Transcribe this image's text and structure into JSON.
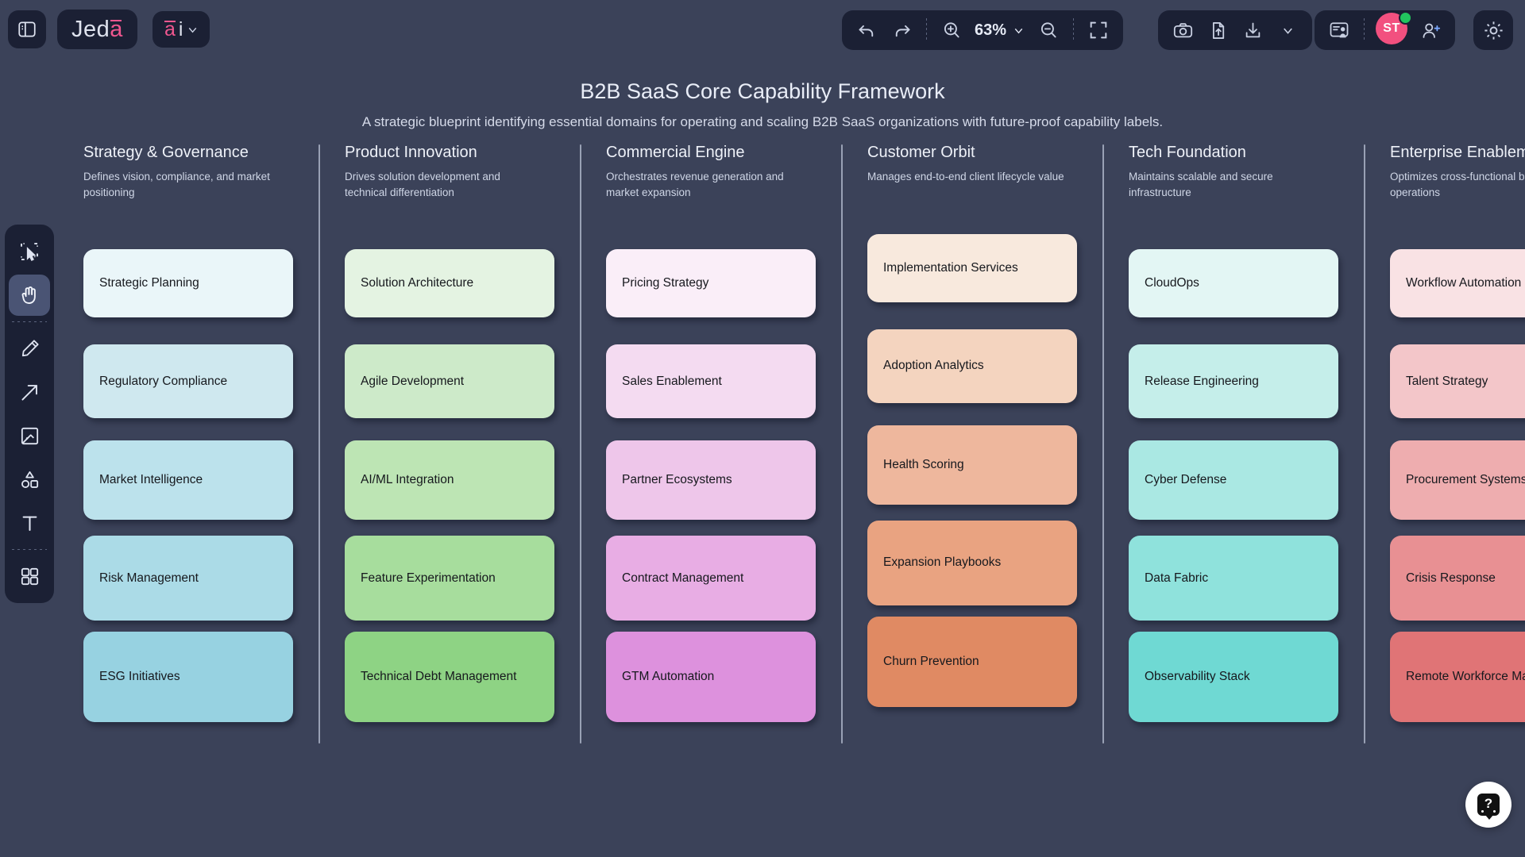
{
  "app": {
    "brand_main": "Jed",
    "brand_accent": "a",
    "ai_accent": "a",
    "ai_rest": "i",
    "panel_icon": "sidebar-panel-icon",
    "chevron_icon": "chevron-down-icon"
  },
  "toolbar": {
    "undo_label": "undo-icon",
    "redo_label": "redo-icon",
    "zoom_in_label": "zoom-in-icon",
    "zoom_out_label": "zoom-out-icon",
    "zoom_level": "63%",
    "fit_label": "fit-to-screen-icon",
    "screenshot_label": "camera-icon",
    "upload_label": "file-upload-icon",
    "download_label": "download-icon",
    "present_label": "present-icon",
    "invite_label": "add-person-icon",
    "settings_label": "gear-icon",
    "avatar_initials": "ST",
    "help_label": "?"
  },
  "tools": [
    {
      "name": "select-tool",
      "icon": "marquee-select-icon",
      "active": false
    },
    {
      "name": "hand-tool",
      "icon": "hand-icon",
      "active": true
    },
    {
      "name": "pen-tool",
      "icon": "pen-icon",
      "active": false
    },
    {
      "name": "arrow-tool",
      "icon": "arrow-icon",
      "active": false
    },
    {
      "name": "image-tool",
      "icon": "image-icon",
      "active": false
    },
    {
      "name": "shapes-tool",
      "icon": "shapes-icon",
      "active": false
    },
    {
      "name": "text-tool",
      "icon": "text-icon",
      "active": false
    },
    {
      "name": "widgets-tool",
      "icon": "grid-widgets-icon",
      "active": false
    }
  ],
  "board": {
    "title": "B2B SaaS Core Capability Framework",
    "subtitle": "A strategic blueprint identifying essential domains for operating and scaling B2B SaaS organizations with future-proof capability labels.",
    "columns": [
      {
        "title": "Strategy & Governance",
        "desc": "Defines vision, compliance, and market positioning",
        "cards": [
          {
            "label": "Strategic Planning",
            "color": "#eaf6f9"
          },
          {
            "label": "Regulatory Compliance",
            "color": "#cfe8ef"
          },
          {
            "label": "Market Intelligence",
            "color": "#bce2ec"
          },
          {
            "label": "Risk Management",
            "color": "#abdbe7"
          },
          {
            "label": "ESG Initiatives",
            "color": "#97d2e1"
          }
        ]
      },
      {
        "title": "Product Innovation",
        "desc": "Drives solution development and technical differentiation",
        "cards": [
          {
            "label": "Solution Architecture",
            "color": "#e4f3e2"
          },
          {
            "label": "Agile Development",
            "color": "#cdeac9"
          },
          {
            "label": "AI/ML Integration",
            "color": "#bde5b4"
          },
          {
            "label": "Feature Experimentation",
            "color": "#a7dd9d"
          },
          {
            "label": "Technical Debt Management",
            "color": "#8ed384"
          }
        ]
      },
      {
        "title": "Commercial Engine",
        "desc": "Orchestrates revenue generation and market expansion",
        "cards": [
          {
            "label": "Pricing Strategy",
            "color": "#faeef8"
          },
          {
            "label": "Sales Enablement",
            "color": "#f4dbf1"
          },
          {
            "label": "Partner Ecosystems",
            "color": "#eec6ea"
          },
          {
            "label": "Contract Management",
            "color": "#e8ade4"
          },
          {
            "label": "GTM Automation",
            "color": "#dd91dd"
          }
        ]
      },
      {
        "title": "Customer Orbit",
        "desc": "Manages end-to-end client lifecycle value",
        "cards": [
          {
            "label": "Implementation Services",
            "color": "#f8e9dd"
          },
          {
            "label": "Adoption Analytics",
            "color": "#f4d4bf"
          },
          {
            "label": "Health Scoring",
            "color": "#eeb79d"
          },
          {
            "label": "Expansion Playbooks",
            "color": "#e9a381"
          },
          {
            "label": "Churn Prevention",
            "color": "#e08a63"
          }
        ]
      },
      {
        "title": "Tech Foundation",
        "desc": "Maintains scalable and secure infrastructure",
        "cards": [
          {
            "label": "CloudOps",
            "color": "#e3f6f4"
          },
          {
            "label": "Release Engineering",
            "color": "#c5eeea"
          },
          {
            "label": "Cyber Defense",
            "color": "#aae8e3"
          },
          {
            "label": "Data Fabric",
            "color": "#8fe2dc"
          },
          {
            "label": "Observability Stack",
            "color": "#6fd9d3"
          }
        ]
      },
      {
        "title": "Enterprise Enablement",
        "desc": "Optimizes cross-functional business operations",
        "cards": [
          {
            "label": "Workflow Automation",
            "color": "#f9e2e4"
          },
          {
            "label": "Talent Strategy",
            "color": "#f3c6c9"
          },
          {
            "label": "Procurement Systems",
            "color": "#eeadaf"
          },
          {
            "label": "Crisis Response",
            "color": "#e89093"
          },
          {
            "label": "Remote Workforce Management",
            "color": "#e07476"
          }
        ]
      }
    ]
  },
  "colors": {
    "canvas": "#3b4259",
    "chrome": "#1b2034",
    "accent": "#f0578f",
    "online": "#22c55e"
  }
}
